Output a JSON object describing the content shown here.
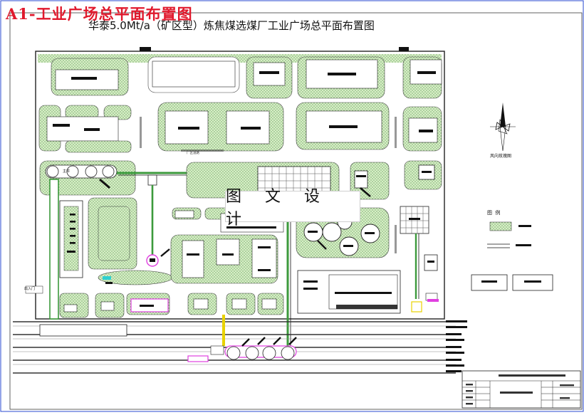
{
  "header": {
    "title": "A1-工业广场总平面布置图",
    "subtitle": "华泰5.0Mt/a（矿区型）炼焦煤选煤厂工业广场总平面布置图"
  },
  "watermark": "图 文 设 计",
  "legend": {
    "title": "图  例"
  },
  "compass": {
    "caption": "风向玫瑰图"
  },
  "labels": {
    "ring_road": "厂区道路",
    "station": "主井",
    "gate": "出入门"
  },
  "colors": {
    "title_red": "#e0192c",
    "frame_blue": "#2b4bd0",
    "green_fill": "#c8e6b0",
    "green_line": "#3c9a3c",
    "magenta": "#e040e0",
    "cyan": "#2fd0d0",
    "yellow": "#e8d200"
  }
}
